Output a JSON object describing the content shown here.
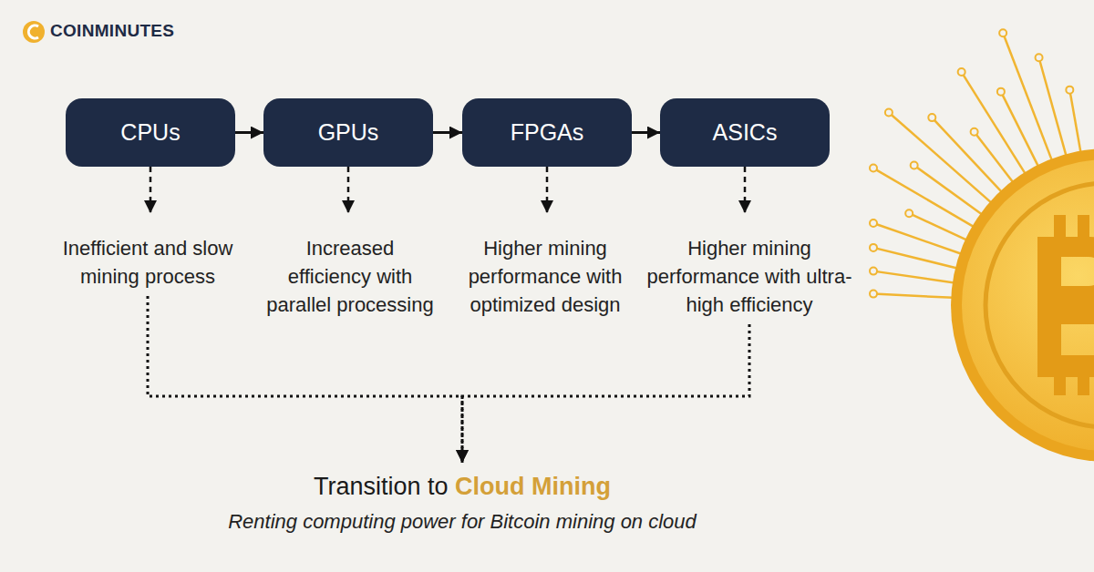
{
  "diagram": {
    "nodes": [
      {
        "text": [
          "CPUs"
        ]
      },
      {
        "text": [
          "GPUs"
        ]
      },
      {
        "text": [
          "FPGAs"
        ]
      },
      {
        "text": [
          "ASICs"
        ]
      },
      {
        "text": [
          "Inefficient and slow mining process"
        ]
      },
      {
        "text": [
          "Increased efficiency with parallel processing"
        ]
      },
      {
        "text": [
          "Higher mining performance with optimized design"
        ]
      },
      {
        "text": [
          "Higher mining performance with ultra-high efficiency"
        ]
      },
      {
        "text": [
          "Transition to",
          "Cloud Mining",
          "Renting computing power for Bitcoin mining on cloud"
        ]
      }
    ],
    "edges": [
      {
        "from": 0,
        "to": 1,
        "arrow": "to"
      },
      {
        "from": 1,
        "to": 2,
        "arrow": "to"
      },
      {
        "from": 2,
        "to": 3,
        "arrow": "to"
      },
      {
        "from": 0,
        "to": 4,
        "arrow": "to"
      },
      {
        "from": 1,
        "to": 5,
        "arrow": "to"
      },
      {
        "from": 2,
        "to": 6,
        "arrow": "to"
      },
      {
        "from": 3,
        "to": 7,
        "arrow": "to"
      },
      {
        "from": 4,
        "to": 8,
        "arrow": "to"
      },
      {
        "from": 7,
        "to": 8,
        "arrow": "to"
      }
    ],
    "labels": [
      "COINMINUTES"
    ]
  }
}
